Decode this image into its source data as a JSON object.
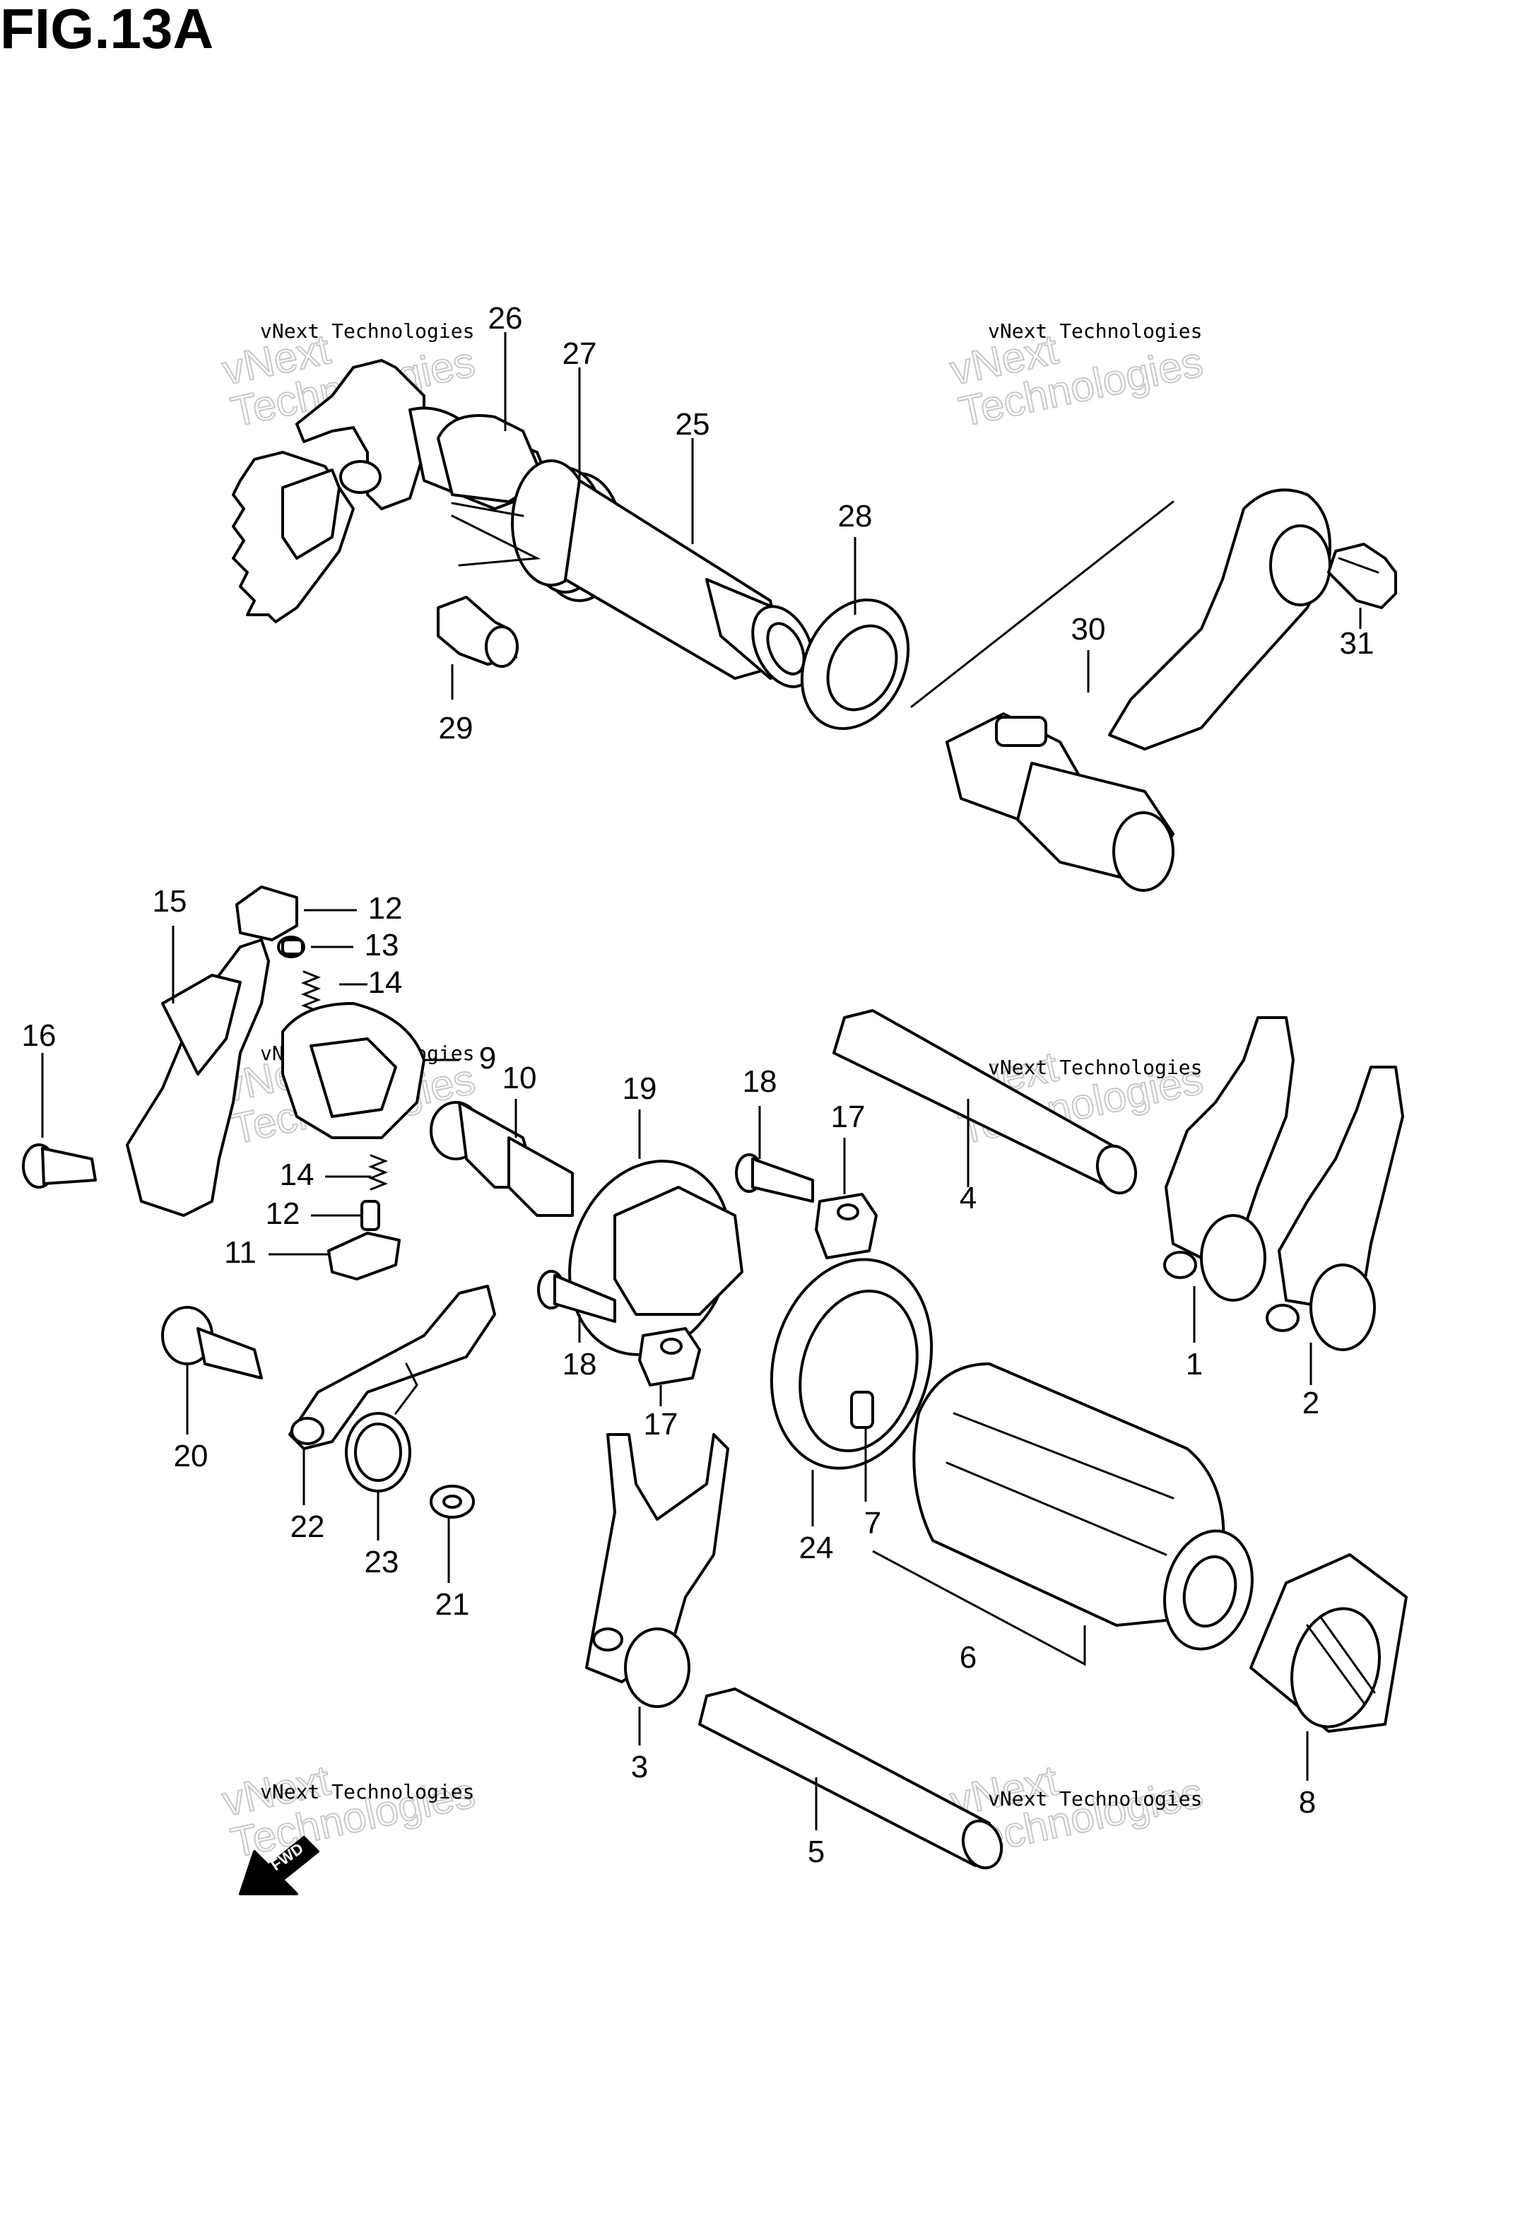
{
  "figure": {
    "title": "FIG.13A"
  },
  "watermark": {
    "line1": "vNext Technologies",
    "line2": "vNext",
    "line3": "Technologies"
  },
  "fwd_label": "FWD",
  "callouts": [
    {
      "id": "c1",
      "label": "1"
    },
    {
      "id": "c2",
      "label": "2"
    },
    {
      "id": "c3",
      "label": "3"
    },
    {
      "id": "c4",
      "label": "4"
    },
    {
      "id": "c5",
      "label": "5"
    },
    {
      "id": "c6",
      "label": "6"
    },
    {
      "id": "c7",
      "label": "7"
    },
    {
      "id": "c8",
      "label": "8"
    },
    {
      "id": "c9",
      "label": "9"
    },
    {
      "id": "c10",
      "label": "10"
    },
    {
      "id": "c11",
      "label": "11"
    },
    {
      "id": "c12a",
      "label": "12"
    },
    {
      "id": "c12b",
      "label": "12"
    },
    {
      "id": "c13",
      "label": "13"
    },
    {
      "id": "c14a",
      "label": "14"
    },
    {
      "id": "c14b",
      "label": "14"
    },
    {
      "id": "c15",
      "label": "15"
    },
    {
      "id": "c16",
      "label": "16"
    },
    {
      "id": "c17a",
      "label": "17"
    },
    {
      "id": "c17b",
      "label": "17"
    },
    {
      "id": "c18a",
      "label": "18"
    },
    {
      "id": "c18b",
      "label": "18"
    },
    {
      "id": "c19",
      "label": "19"
    },
    {
      "id": "c20",
      "label": "20"
    },
    {
      "id": "c21",
      "label": "21"
    },
    {
      "id": "c22",
      "label": "22"
    },
    {
      "id": "c23",
      "label": "23"
    },
    {
      "id": "c24",
      "label": "24"
    },
    {
      "id": "c25",
      "label": "25"
    },
    {
      "id": "c26",
      "label": "26"
    },
    {
      "id": "c27",
      "label": "27"
    },
    {
      "id": "c28",
      "label": "28"
    },
    {
      "id": "c29",
      "label": "29"
    },
    {
      "id": "c30",
      "label": "30"
    },
    {
      "id": "c31",
      "label": "31"
    }
  ]
}
